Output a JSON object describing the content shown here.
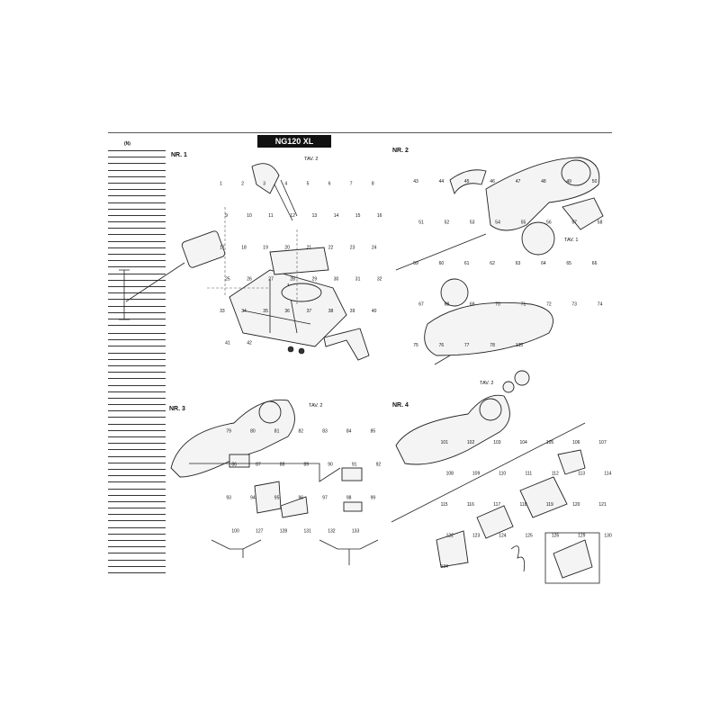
{
  "header": {
    "legend_head": "(N)",
    "model": "NG120 XL"
  },
  "sections": [
    {
      "id": "nr1",
      "title": "NR. 1",
      "refs": [
        "TAV. 2"
      ]
    },
    {
      "id": "nr2",
      "title": "NR. 2",
      "refs": [
        "TAV. 1"
      ]
    },
    {
      "id": "nr3",
      "title": "NR. 3",
      "refs": [
        "TAV. 2"
      ]
    },
    {
      "id": "nr4",
      "title": "NR. 4",
      "refs": [
        "TAV. 2"
      ]
    }
  ],
  "labels": {
    "nr1": [
      "1",
      "2",
      "3",
      "4",
      "5",
      "6",
      "7",
      "8",
      "9",
      "10",
      "11",
      "12",
      "13",
      "14",
      "15",
      "16",
      "17",
      "18",
      "19",
      "20",
      "21",
      "22",
      "23",
      "24",
      "25",
      "26",
      "27",
      "28",
      "29",
      "30",
      "31",
      "32",
      "33",
      "34",
      "35",
      "36",
      "37",
      "38",
      "39",
      "40",
      "41",
      "42"
    ],
    "nr2": [
      "43",
      "44",
      "45",
      "46",
      "47",
      "48",
      "49",
      "50",
      "51",
      "52",
      "53",
      "54",
      "55",
      "56",
      "57",
      "58",
      "59",
      "60",
      "61",
      "62",
      "63",
      "64",
      "65",
      "66",
      "67",
      "68",
      "69",
      "70",
      "71",
      "72",
      "73",
      "74",
      "75",
      "76",
      "77",
      "78",
      "135"
    ],
    "nr3": [
      "79",
      "80",
      "81",
      "82",
      "83",
      "84",
      "85",
      "86",
      "87",
      "88",
      "89",
      "90",
      "91",
      "92",
      "93",
      "94",
      "95",
      "96",
      "97",
      "98",
      "99",
      "100",
      "127",
      "128",
      "131",
      "132",
      "133"
    ],
    "nr4": [
      "101",
      "102",
      "103",
      "104",
      "105",
      "106",
      "107",
      "108",
      "109",
      "110",
      "111",
      "112",
      "113",
      "114",
      "115",
      "116",
      "117",
      "118",
      "119",
      "120",
      "121",
      "122",
      "123",
      "124",
      "125",
      "126",
      "129",
      "130",
      "134"
    ]
  }
}
